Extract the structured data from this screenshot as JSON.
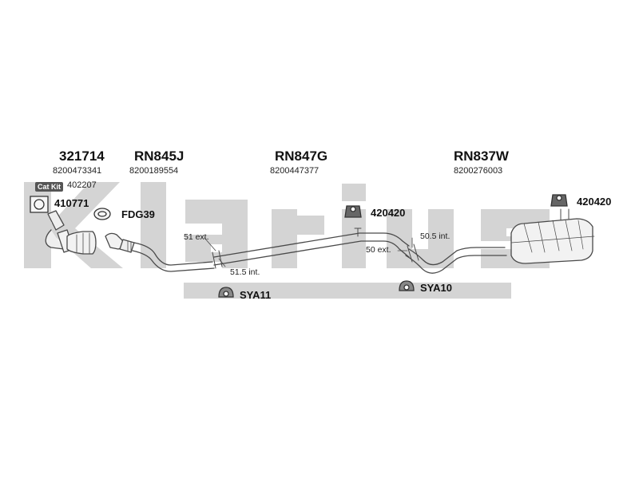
{
  "watermark": "Klarius",
  "parts": [
    {
      "code": "321714",
      "oem": "8200473341"
    },
    {
      "code": "RN845J",
      "oem": "8200189554"
    },
    {
      "code": "RN847G",
      "oem": "8200447377"
    },
    {
      "code": "RN837W",
      "oem": "8200276003"
    }
  ],
  "cat_kit": {
    "badge": "Cat Kit",
    "number": "402207"
  },
  "accessories": {
    "a410771": "410771",
    "fdg39": "FDG39",
    "a420420_mid": "420420",
    "a420420_right": "420420",
    "sya11": "SYA11",
    "sya10": "SYA10"
  },
  "dimensions": {
    "d51ext": "51 ext.",
    "d515int": "51.5 int.",
    "d50ext": "50 ext.",
    "d505int": "50.5 int."
  },
  "colors": {
    "watermark": "#d4d4d4",
    "pipe_stroke": "#4a4a4a",
    "pipe_fill": "#f2f2f2"
  }
}
